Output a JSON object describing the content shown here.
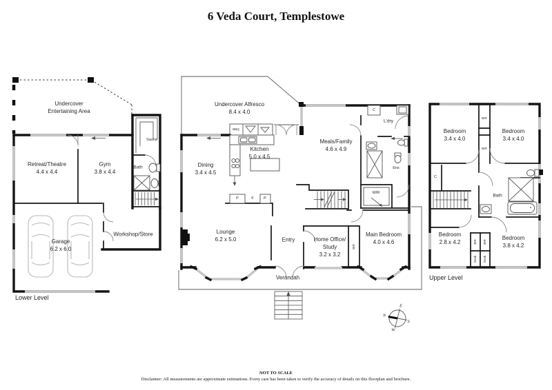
{
  "title": "6 Veda Court, Templestowe",
  "levels": {
    "lower": {
      "label": "Lower Level",
      "rooms": {
        "entertaining": {
          "name": "Undercover\nEntertaining Area"
        },
        "retreat": {
          "name": "Retreat/Theatre",
          "dims": "4.4 x 4.4"
        },
        "gym": {
          "name": "Gym",
          "dims": "3.8 x 4.4"
        },
        "sauna": {
          "name": "Sauna"
        },
        "bath": {
          "name": "Bath"
        },
        "garage": {
          "name": "Garage",
          "dims": "6.2 x 6.0"
        },
        "workshop": {
          "name": "Workshop/Store"
        }
      }
    },
    "main": {
      "rooms": {
        "alfresco": {
          "name": "Undercover Alfresco",
          "dims": "8.4 x 4.0"
        },
        "bbq": {
          "name": "BBQ"
        },
        "kitchen": {
          "name": "Kitchen",
          "dims": "5.0 x 4.5"
        },
        "dining": {
          "name": "Dining",
          "dims": "3.4 x 4.5"
        },
        "meals": {
          "name": "Meals/Family",
          "dims": "4.6 x 4.9"
        },
        "laundry": {
          "name": "L'dry"
        },
        "cupboard": {
          "name": "C"
        },
        "ensuite": {
          "name": "Ens"
        },
        "wir": {
          "name": "WIR"
        },
        "pantry1": {
          "name": "P"
        },
        "fridge": {
          "name": "F"
        },
        "pantry2": {
          "name": "P"
        },
        "lounge": {
          "name": "Lounge",
          "dims": "6.2 x 5.0"
        },
        "entry": {
          "name": "Entry"
        },
        "study": {
          "name": "Home Office/\nStudy",
          "dims": "3.2 x 3.2"
        },
        "bir": {
          "name": "BIR"
        },
        "main_bedroom": {
          "name": "Main Bedroom",
          "dims": "4.0 x 4.6"
        },
        "verandah": {
          "name": "Verandah"
        }
      }
    },
    "upper": {
      "label": "Upper Level",
      "rooms": {
        "bedroom1": {
          "name": "Bedroom",
          "dims": "3.4 x 4.0"
        },
        "bedroom2": {
          "name": "Bedroom",
          "dims": "3.4 x 4.0"
        },
        "bir1": {
          "name": "BIR"
        },
        "bir2": {
          "name": "BIR"
        },
        "cupboard": {
          "name": "C"
        },
        "bath": {
          "name": "Bath"
        },
        "bedroom3": {
          "name": "Bedroom",
          "dims": "2.8 x 4.2"
        },
        "bedroom4": {
          "name": "Bedroom",
          "dims": "3.8 x 4.2"
        },
        "bir3": {
          "name": "BIR"
        },
        "bir4": {
          "name": "BIR"
        },
        "desk1": {
          "name": "Desk"
        },
        "desk2": {
          "name": "Desk"
        }
      }
    }
  },
  "compass": {
    "n": "N",
    "e": "E",
    "s": "S",
    "w": "W"
  },
  "footer": {
    "scale_note": "NOT TO SCALE",
    "disclaimer": "Disclaimer: All measurements are approximate estimations. Every care has been taken to verify the accuracy of details on this floorplan and brochure."
  }
}
